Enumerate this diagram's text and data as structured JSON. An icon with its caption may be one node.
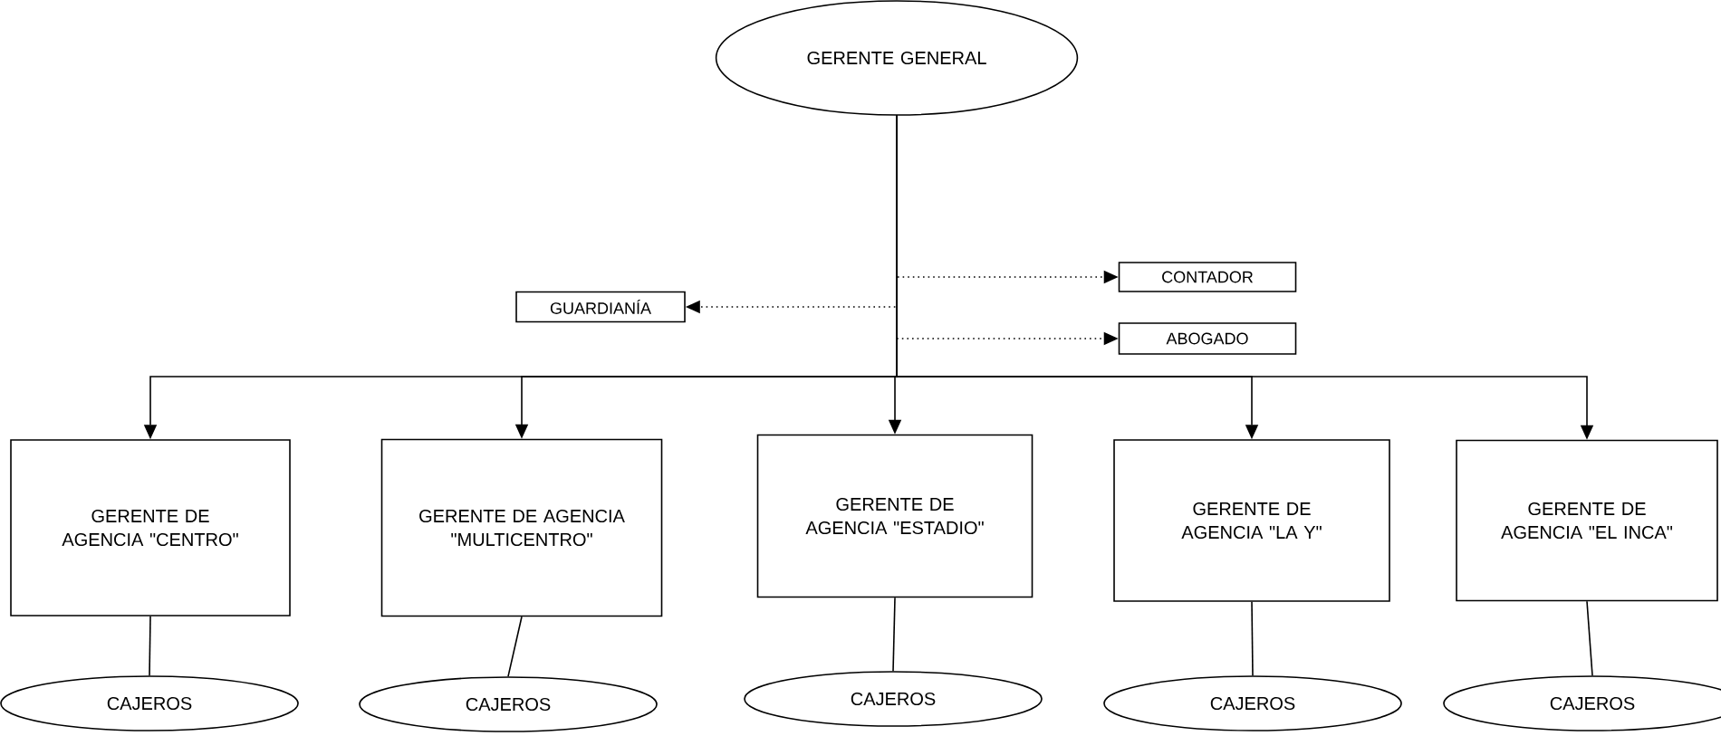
{
  "diagram": {
    "nodes": [
      {
        "text": [
          "GERENTE GENERAL"
        ]
      },
      {
        "text": [
          "CONTADOR"
        ]
      },
      {
        "text": [
          "GUARDIANÍA"
        ]
      },
      {
        "text": [
          "ABOGADO"
        ]
      },
      {
        "text": [
          "GERENTE DE AGENCIA \"CENTRO\""
        ]
      },
      {
        "text": [
          "GERENTE DE AGENCIA \"MULTICENTRO\""
        ]
      },
      {
        "text": [
          "GERENTE DE AGENCIA \"ESTADIO\""
        ]
      },
      {
        "text": [
          "GERENTE DE AGENCIA \"LA Y\""
        ]
      },
      {
        "text": [
          "GERENTE DE AGENCIA \"EL INCA\""
        ]
      },
      {
        "text": [
          "CAJEROS"
        ]
      },
      {
        "text": [
          "CAJEROS"
        ]
      },
      {
        "text": [
          "CAJEROS"
        ]
      },
      {
        "text": [
          "CAJEROS"
        ]
      },
      {
        "text": [
          "CAJEROS"
        ]
      }
    ],
    "edges": [
      {
        "from": 0,
        "to": 1,
        "arrow": "to",
        "style": "dashed"
      },
      {
        "from": 0,
        "to": 2,
        "arrow": "to",
        "style": "dashed"
      },
      {
        "from": 0,
        "to": 3,
        "arrow": "to",
        "style": "dashed"
      },
      {
        "from": 0,
        "to": 4,
        "arrow": "to"
      },
      {
        "from": 0,
        "to": 5,
        "arrow": "to"
      },
      {
        "from": 0,
        "to": 6,
        "arrow": "to"
      },
      {
        "from": 0,
        "to": 7,
        "arrow": "to"
      },
      {
        "from": 0,
        "to": 8,
        "arrow": "to"
      },
      {
        "from": 4,
        "to": 9,
        "arrow": "none"
      },
      {
        "from": 5,
        "to": 10,
        "arrow": "none"
      },
      {
        "from": 6,
        "to": 11,
        "arrow": "none"
      },
      {
        "from": 7,
        "to": 12,
        "arrow": "none"
      },
      {
        "from": 8,
        "to": 13,
        "arrow": "none"
      }
    ]
  }
}
